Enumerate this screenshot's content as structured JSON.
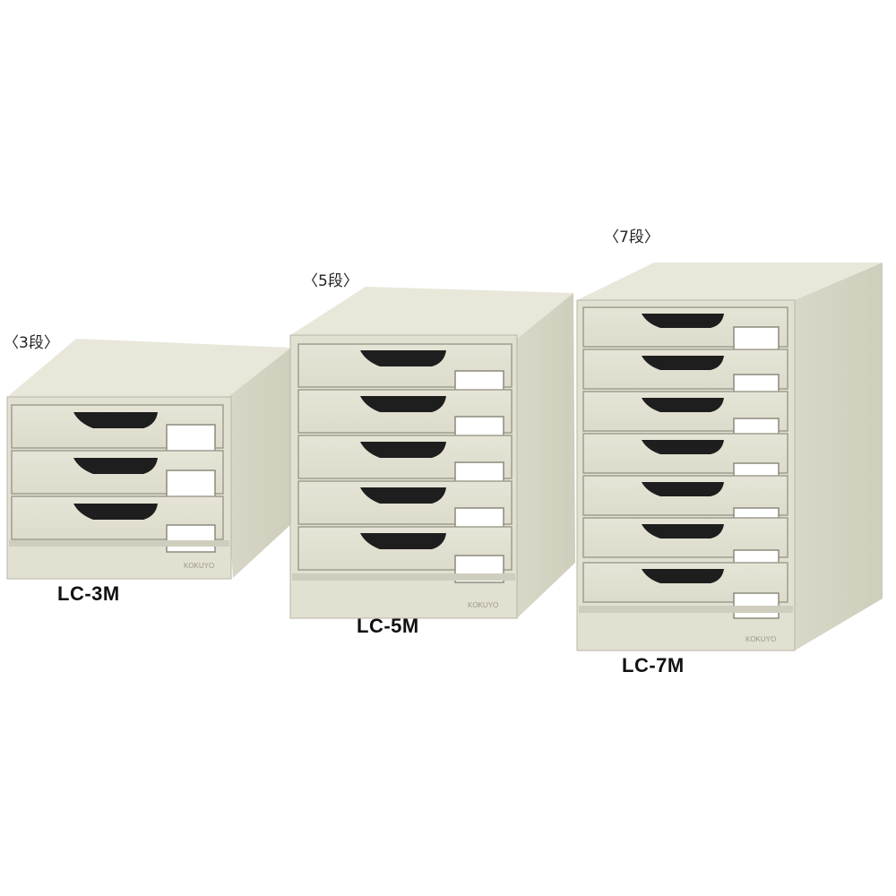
{
  "products": [
    {
      "tier_label": "〈3段〉",
      "model": "LC-3M",
      "drawers": 3,
      "brand_mark": "KOKUYO"
    },
    {
      "tier_label": "〈5段〉",
      "model": "LC-5M",
      "drawers": 5,
      "brand_mark": "KOKUYO"
    },
    {
      "tier_label": "〈7段〉",
      "model": "LC-7M",
      "drawers": 7,
      "brand_mark": "KOKUYO"
    }
  ],
  "colors": {
    "body": "#e3e1d2",
    "top": "#e9e8db",
    "side": "#d6d4c3",
    "drawer": "#dedcce",
    "handle": "#1e1e1e",
    "label_window": "#ffffff"
  }
}
